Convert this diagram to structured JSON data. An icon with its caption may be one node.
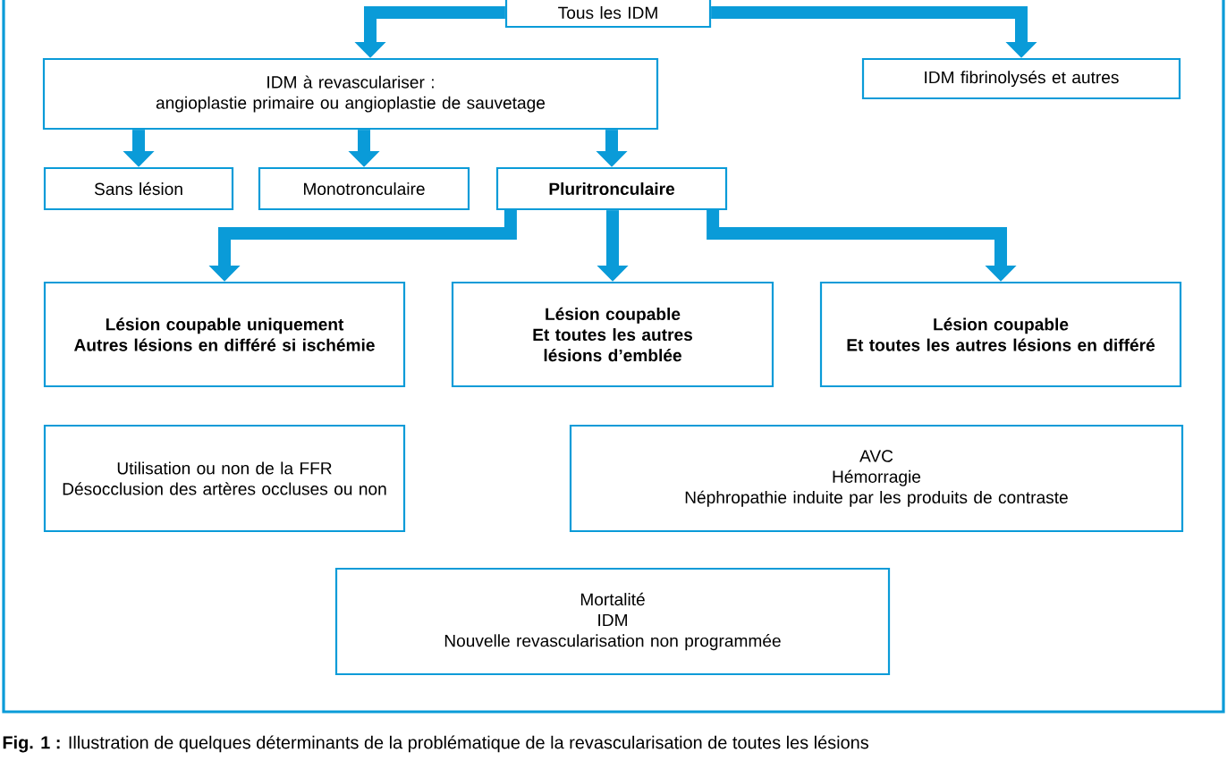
{
  "diagram": {
    "caption": "**Fig. 1 :** Illustration de quelques déterminants de la problématique de la revascularisation de toutes les lésions",
    "nodes": [
      {
        "text": [
          "Tous les IDM"
        ]
      },
      {
        "text": [
          "IDM à revasculariser :",
          "angioplastie primaire ou angioplastie de sauvetage"
        ]
      },
      {
        "text": [
          "IDM fibrinolysés et autres"
        ]
      },
      {
        "text": [
          "Sans lésion"
        ]
      },
      {
        "text": [
          "Monotronculaire"
        ]
      },
      {
        "text": [
          "Pluritronculaire"
        ]
      },
      {
        "text": [
          "Lésion coupable uniquement",
          "Autres lésions en différé si ischémie"
        ]
      },
      {
        "text": [
          "Lésion coupable",
          "Et toutes les autres lésions d’emblée"
        ]
      },
      {
        "text": [
          "Lésion coupable",
          "Et toutes les autres lésions en différé"
        ]
      },
      {
        "text": [
          "Utilisation ou non de la FFR",
          "Désocclusion des artères occluses ou non"
        ]
      },
      {
        "text": [
          "AVC",
          "Hémorragie",
          "Néphropathie induite par les produits de contraste"
        ]
      },
      {
        "text": [
          "Mortalité",
          "IDM",
          "Nouvelle revascularisation non programmée"
        ]
      }
    ],
    "edges": [
      {
        "from": 0,
        "to": 1,
        "arrow": "to"
      },
      {
        "from": 0,
        "to": 2,
        "arrow": "to"
      },
      {
        "from": 1,
        "to": 3,
        "arrow": "to"
      },
      {
        "from": 1,
        "to": 4,
        "arrow": "to"
      },
      {
        "from": 1,
        "to": 5,
        "arrow": "to"
      },
      {
        "from": 5,
        "to": 6,
        "arrow": "to"
      },
      {
        "from": 5,
        "to": 7,
        "arrow": "to"
      },
      {
        "from": 5,
        "to": 8,
        "arrow": "to"
      }
    ]
  }
}
